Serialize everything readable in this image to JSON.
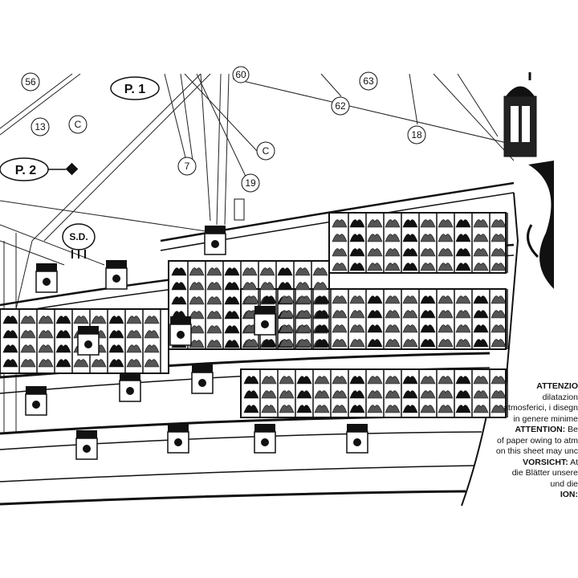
{
  "callouts": {
    "c56": "56",
    "p1": "P. 1",
    "c60": "60",
    "c63": "63",
    "c62": "62",
    "c13": "13",
    "cC1": "C",
    "c18": "18",
    "p2": "P. 2",
    "c7": "7",
    "cC2": "C",
    "c19": "19",
    "sd": "S.D."
  },
  "note": {
    "l1": "ATTENZIO",
    "l2": "dilatazion",
    "l3": "atmosferici, i disegn",
    "l4": "in genere minime",
    "l5_bold": "ATTENTION:",
    "l5_rest": " Be",
    "l6": "of paper owing to atm",
    "l7": "on this sheet may unc",
    "l8": "VORSICHT:",
    "l8_rest": " At",
    "l9": "die Blätter unsere",
    "l10": "und die",
    "l11": "ION:"
  }
}
